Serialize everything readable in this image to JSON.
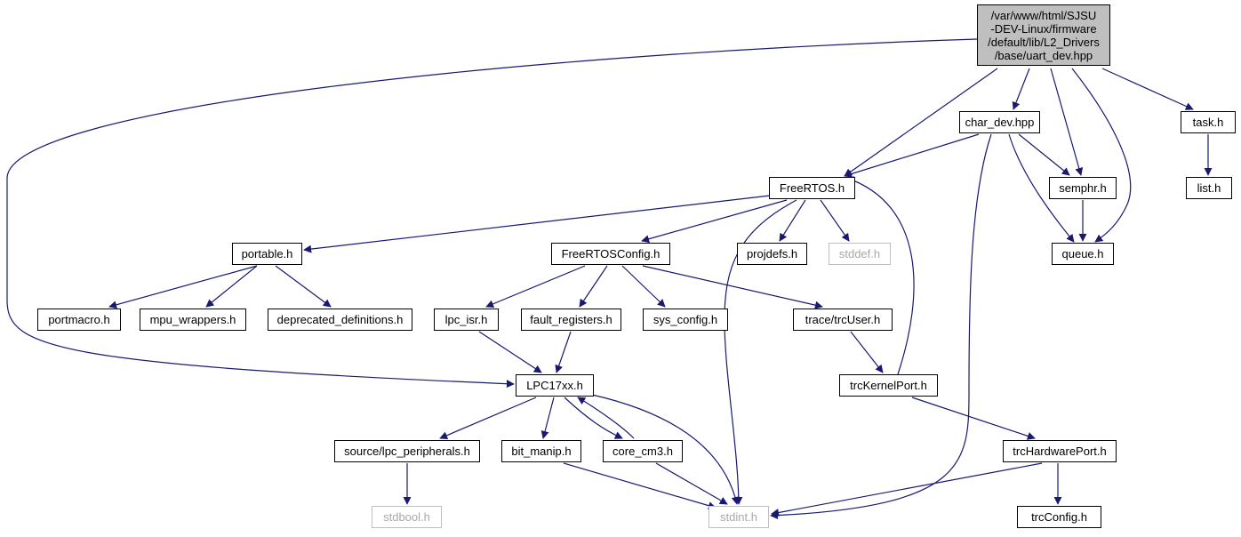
{
  "diagram": {
    "title": "",
    "nodes": [
      {
        "id": "root",
        "label": "/var/www/html/SJSU\n-DEV-Linux/firmware\n/default/lib/L2_Drivers\n/base/uart_dev.hpp",
        "kind": "root"
      },
      {
        "id": "char_dev",
        "label": "char_dev.hpp",
        "kind": "file"
      },
      {
        "id": "task",
        "label": "task.h",
        "kind": "file"
      },
      {
        "id": "freertos",
        "label": "FreeRTOS.h",
        "kind": "file"
      },
      {
        "id": "semphr",
        "label": "semphr.h",
        "kind": "file"
      },
      {
        "id": "list",
        "label": "list.h",
        "kind": "file"
      },
      {
        "id": "portable",
        "label": "portable.h",
        "kind": "file"
      },
      {
        "id": "freertosconfig",
        "label": "FreeRTOSConfig.h",
        "kind": "file"
      },
      {
        "id": "projdefs",
        "label": "projdefs.h",
        "kind": "file"
      },
      {
        "id": "stddef",
        "label": "stddef.h",
        "kind": "external"
      },
      {
        "id": "queue",
        "label": "queue.h",
        "kind": "file"
      },
      {
        "id": "portmacro",
        "label": "portmacro.h",
        "kind": "file"
      },
      {
        "id": "mpu_wrappers",
        "label": "mpu_wrappers.h",
        "kind": "file"
      },
      {
        "id": "deprecated",
        "label": "deprecated_definitions.h",
        "kind": "file"
      },
      {
        "id": "lpc_isr",
        "label": "lpc_isr.h",
        "kind": "file"
      },
      {
        "id": "fault_registers",
        "label": "fault_registers.h",
        "kind": "file"
      },
      {
        "id": "sys_config",
        "label": "sys_config.h",
        "kind": "file"
      },
      {
        "id": "trcuser",
        "label": "trace/trcUser.h",
        "kind": "file"
      },
      {
        "id": "lpc17xx",
        "label": "LPC17xx.h",
        "kind": "file"
      },
      {
        "id": "trckernelport",
        "label": "trcKernelPort.h",
        "kind": "file"
      },
      {
        "id": "lpc_peripherals",
        "label": "source/lpc_peripherals.h",
        "kind": "file"
      },
      {
        "id": "bit_manip",
        "label": "bit_manip.h",
        "kind": "file"
      },
      {
        "id": "core_cm3",
        "label": "core_cm3.h",
        "kind": "file"
      },
      {
        "id": "trchardwareport",
        "label": "trcHardwarePort.h",
        "kind": "file"
      },
      {
        "id": "stdbool",
        "label": "stdbool.h",
        "kind": "external"
      },
      {
        "id": "stdint",
        "label": "stdint.h",
        "kind": "external"
      },
      {
        "id": "trcconfig",
        "label": "trcConfig.h",
        "kind": "file"
      }
    ],
    "edges": [
      {
        "from": "root",
        "to": "lpc17xx"
      },
      {
        "from": "root",
        "to": "freertos"
      },
      {
        "from": "root",
        "to": "char_dev"
      },
      {
        "from": "root",
        "to": "semphr"
      },
      {
        "from": "root",
        "to": "queue"
      },
      {
        "from": "root",
        "to": "task"
      },
      {
        "from": "char_dev",
        "to": "freertos"
      },
      {
        "from": "char_dev",
        "to": "semphr"
      },
      {
        "from": "char_dev",
        "to": "queue"
      },
      {
        "from": "char_dev",
        "to": "stdint"
      },
      {
        "from": "task",
        "to": "list"
      },
      {
        "from": "semphr",
        "to": "queue"
      },
      {
        "from": "freertos",
        "to": "portable"
      },
      {
        "from": "freertos",
        "to": "freertosconfig"
      },
      {
        "from": "freertos",
        "to": "projdefs"
      },
      {
        "from": "freertos",
        "to": "stddef"
      },
      {
        "from": "freertos",
        "to": "stdint"
      },
      {
        "from": "portable",
        "to": "portmacro"
      },
      {
        "from": "portable",
        "to": "mpu_wrappers"
      },
      {
        "from": "portable",
        "to": "deprecated"
      },
      {
        "from": "freertosconfig",
        "to": "lpc_isr"
      },
      {
        "from": "freertosconfig",
        "to": "fault_registers"
      },
      {
        "from": "freertosconfig",
        "to": "sys_config"
      },
      {
        "from": "freertosconfig",
        "to": "trcuser"
      },
      {
        "from": "lpc_isr",
        "to": "lpc17xx"
      },
      {
        "from": "fault_registers",
        "to": "lpc17xx"
      },
      {
        "from": "trcuser",
        "to": "trckernelport"
      },
      {
        "from": "trckernelport",
        "to": "freertos"
      },
      {
        "from": "trckernelport",
        "to": "trchardwareport"
      },
      {
        "from": "lpc17xx",
        "to": "lpc_peripherals"
      },
      {
        "from": "lpc17xx",
        "to": "bit_manip"
      },
      {
        "from": "lpc17xx",
        "to": "core_cm3"
      },
      {
        "from": "lpc17xx",
        "to": "stdint"
      },
      {
        "from": "core_cm3",
        "to": "lpc17xx"
      },
      {
        "from": "core_cm3",
        "to": "stdint"
      },
      {
        "from": "bit_manip",
        "to": "stdint"
      },
      {
        "from": "lpc_peripherals",
        "to": "stdbool"
      },
      {
        "from": "trchardwareport",
        "to": "stdint"
      },
      {
        "from": "trchardwareport",
        "to": "trcconfig"
      }
    ]
  },
  "colors": {
    "edge": "#191970",
    "node_border": "#000000",
    "root_fill": "#bfbfbf",
    "external_border": "#bfbfbf",
    "external_text": "#a8a8a8"
  }
}
